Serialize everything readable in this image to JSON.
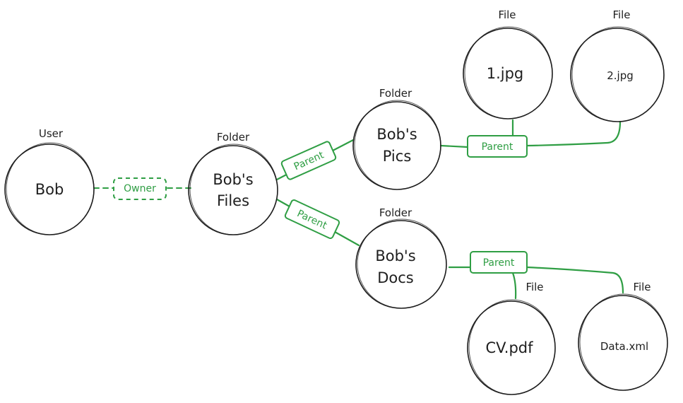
{
  "nodes": {
    "bob": {
      "type": "User",
      "lines": [
        "Bob"
      ]
    },
    "bobs_files": {
      "type": "Folder",
      "lines": [
        "Bob's",
        "Files"
      ]
    },
    "bobs_pics": {
      "type": "Folder",
      "lines": [
        "Bob's",
        "Pics"
      ]
    },
    "bobs_docs": {
      "type": "Folder",
      "lines": [
        "Bob's",
        "Docs"
      ]
    },
    "file_1jpg": {
      "type": "File",
      "lines": [
        "1.jpg"
      ]
    },
    "file_2jpg": {
      "type": "File",
      "lines": [
        "2.jpg"
      ]
    },
    "file_cvpdf": {
      "type": "File",
      "lines": [
        "CV.pdf"
      ]
    },
    "file_dataxml": {
      "type": "File",
      "lines": [
        "Data.xml"
      ]
    }
  },
  "edges": {
    "owner": {
      "label": "Owner",
      "style": "dashed"
    },
    "files_pics": {
      "label": "Parent"
    },
    "files_docs": {
      "label": "Parent"
    },
    "pics_files": {
      "label": "Parent"
    },
    "docs_files": {
      "label": "Parent"
    }
  },
  "colors": {
    "edge": "#2f9e44",
    "node_stroke": "#1e1e1e",
    "background": "#ffffff"
  }
}
